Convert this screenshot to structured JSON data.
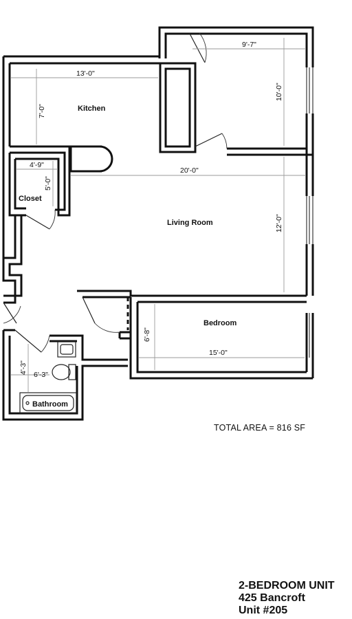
{
  "rooms": {
    "kitchen": "Kitchen",
    "closet": "Closet",
    "living_room": "Living Room",
    "bedroom": "Bedroom",
    "bathroom": "Bathroom"
  },
  "dimensions": {
    "kitchen_width": "13'-0\"",
    "kitchen_depth": "7'-0\"",
    "closet_width": "4'-9\"",
    "closet_depth": "5'-0\"",
    "upper_room_width": "9'-7\"",
    "upper_room_depth": "10'-0\"",
    "living_width": "20'-0\"",
    "living_depth": "12'-0\"",
    "bedroom_width": "15'-0\"",
    "bedroom_depth": "6'-8\"",
    "bath_width": "6'-3\"",
    "bath_depth": "4'-3\""
  },
  "total_area": "TOTAL AREA = 816 SF",
  "title": {
    "line1": "2-BEDROOM UNIT",
    "line2": "425 Bancroft",
    "line3": "Unit #205"
  }
}
